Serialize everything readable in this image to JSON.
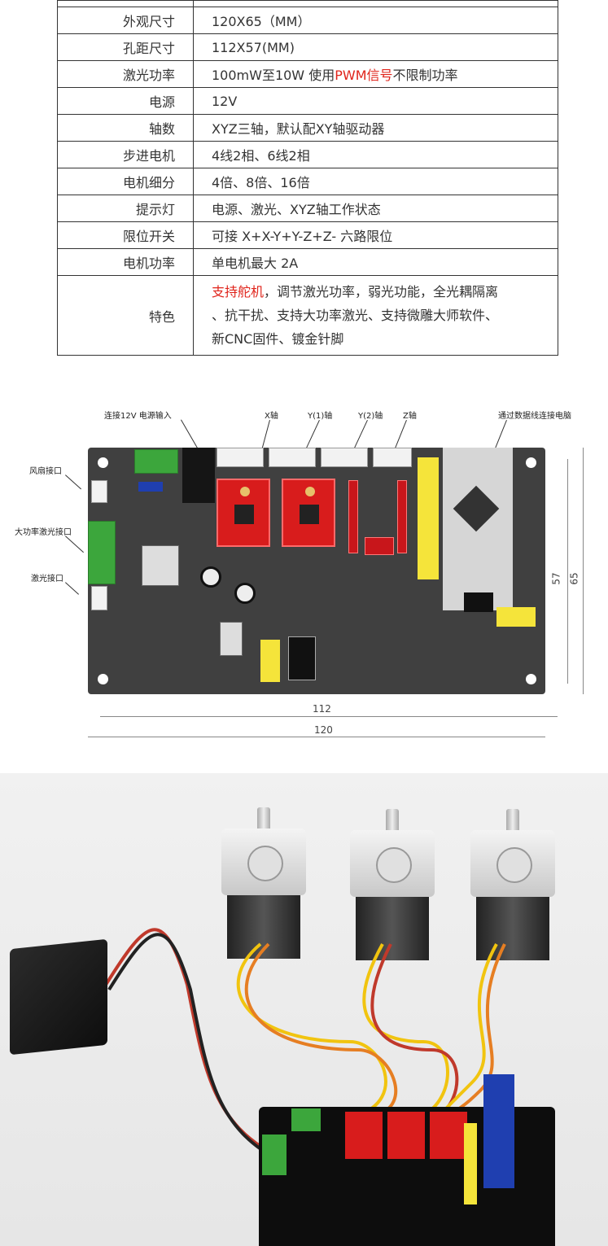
{
  "spec_table": {
    "rows": [
      {
        "key": "外观尺寸",
        "value": "120X65（MM）"
      },
      {
        "key": "孔距尺寸",
        "value": "112X57(MM)"
      },
      {
        "key": "激光功率",
        "value_parts": [
          "100mW至10W 使用",
          "PWM信号",
          "不限制功率"
        ]
      },
      {
        "key": "电源",
        "value": "12V"
      },
      {
        "key": "轴数",
        "value": "XYZ三轴，默认配XY轴驱动器"
      },
      {
        "key": "步进电机",
        "value": "4线2相、6线2相"
      },
      {
        "key": "电机细分",
        "value": "4倍、8倍、16倍"
      },
      {
        "key": "提示灯",
        "value": "电源、激光、XYZ轴工作状态"
      },
      {
        "key": "限位开关",
        "value": "可接 X+X-Y+Y-Z+Z- 六路限位"
      },
      {
        "key": "电机功率",
        "value": "单电机最大 2A"
      }
    ],
    "feature": {
      "key": "特色",
      "highlight": "支持舵机",
      "line1_rest": "，调节激光功率，弱光功能，全光耦隔离",
      "line2": "、抗干扰、支持大功率激光、支持微雕大师软件、",
      "line3": "新CNC固件、镀金针脚"
    }
  },
  "diagram": {
    "labels": {
      "power_in": "连接12V 电源输入",
      "x_axis": "X轴",
      "y1_axis": "Y(1)轴",
      "y2_axis": "Y(2)轴",
      "z_axis": "Z轴",
      "usb": "通过数据线连接电脑",
      "fan": "风扇接口",
      "hp_laser": "大功率激光接口",
      "laser": "激光接口"
    },
    "dimensions": {
      "hole_x": "112",
      "overall_x": "120",
      "hole_y": "57",
      "overall_y": "65"
    },
    "colors": {
      "board": "#404040",
      "driver": "#d81c1c",
      "pins": "#f5e43a"
    }
  },
  "photo": {
    "subject": [
      "laser module",
      "three stepper motors",
      "controller board"
    ]
  }
}
